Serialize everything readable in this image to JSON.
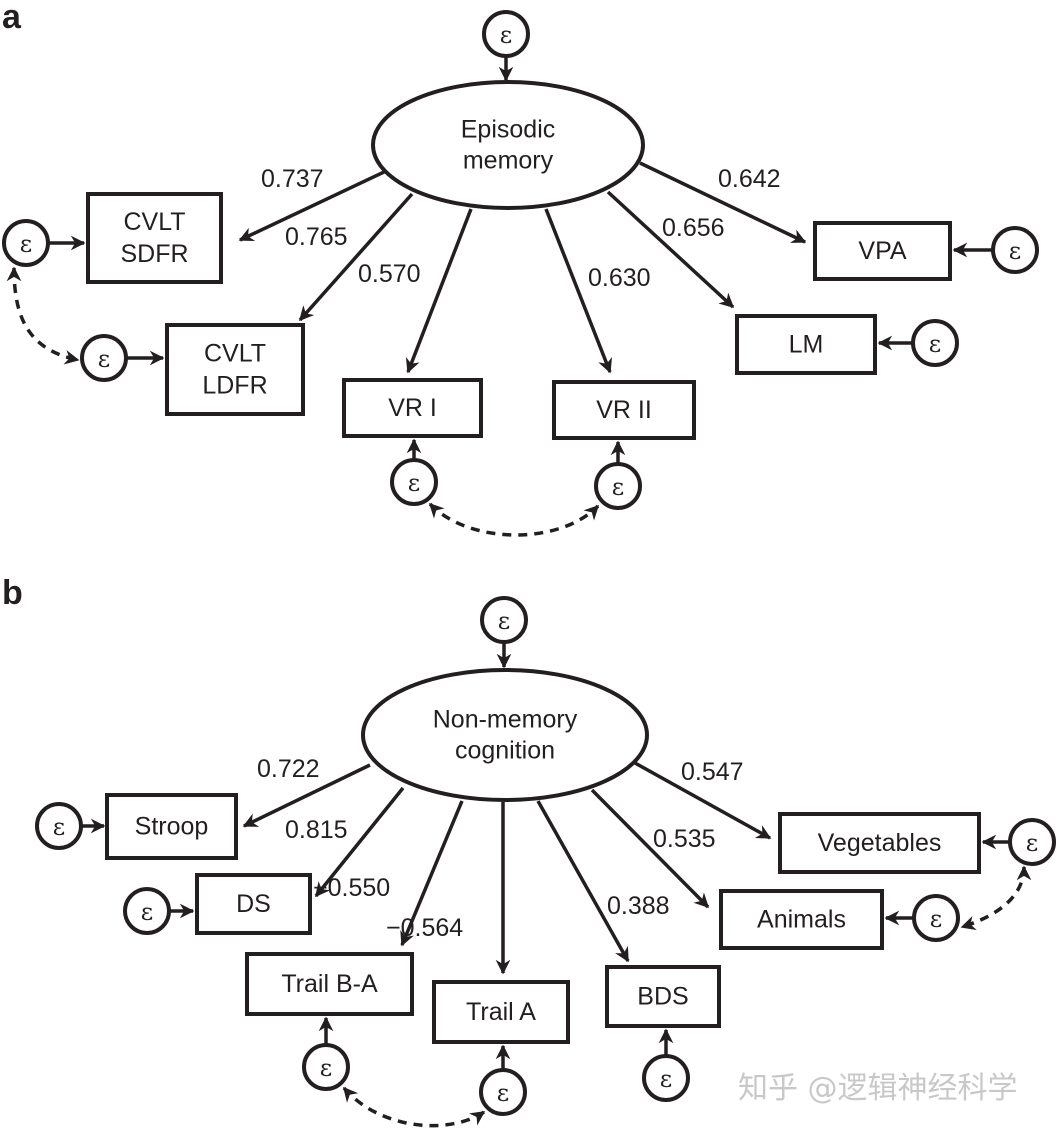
{
  "colors": {
    "ink": "#231f20",
    "background": "#ffffff",
    "watermark": "#c8c8c8"
  },
  "error_symbol": "ε",
  "watermark": "知乎 @逻辑神经科学",
  "panels": [
    {
      "label": "a",
      "latent": {
        "id": "episodic",
        "lines": [
          "Episodic",
          "memory"
        ]
      },
      "indicators": [
        {
          "id": "cvlt_sdfr",
          "lines": [
            "CVLT",
            "SDFR"
          ],
          "loading": "0.737"
        },
        {
          "id": "cvlt_ldfr",
          "lines": [
            "CVLT",
            "LDFR"
          ],
          "loading": "0.765"
        },
        {
          "id": "vr1",
          "lines": [
            "VR I"
          ],
          "loading": "0.570"
        },
        {
          "id": "vr2",
          "lines": [
            "VR II"
          ],
          "loading": "0.630"
        },
        {
          "id": "lm",
          "lines": [
            "LM"
          ],
          "loading": "0.656"
        },
        {
          "id": "vpa",
          "lines": [
            "VPA"
          ],
          "loading": "0.642"
        }
      ],
      "error_covariances": [
        [
          "cvlt_sdfr",
          "cvlt_ldfr"
        ],
        [
          "vr1",
          "vr2"
        ]
      ]
    },
    {
      "label": "b",
      "latent": {
        "id": "nonmemory",
        "lines": [
          "Non-memory",
          "cognition"
        ]
      },
      "indicators": [
        {
          "id": "stroop",
          "lines": [
            "Stroop"
          ],
          "loading": "0.722"
        },
        {
          "id": "ds",
          "lines": [
            "DS"
          ],
          "loading": "0.815"
        },
        {
          "id": "trail_ba",
          "lines": [
            "Trail B-A"
          ],
          "loading": "−0.550"
        },
        {
          "id": "trail_a",
          "lines": [
            "Trail A"
          ],
          "loading": "−0.564"
        },
        {
          "id": "bds",
          "lines": [
            "BDS"
          ],
          "loading": "0.388"
        },
        {
          "id": "animals",
          "lines": [
            "Animals"
          ],
          "loading": "0.535"
        },
        {
          "id": "vegetables",
          "lines": [
            "Vegetables"
          ],
          "loading": "0.547"
        }
      ],
      "error_covariances": [
        [
          "trail_ba",
          "trail_a"
        ],
        [
          "animals",
          "vegetables"
        ]
      ]
    }
  ]
}
